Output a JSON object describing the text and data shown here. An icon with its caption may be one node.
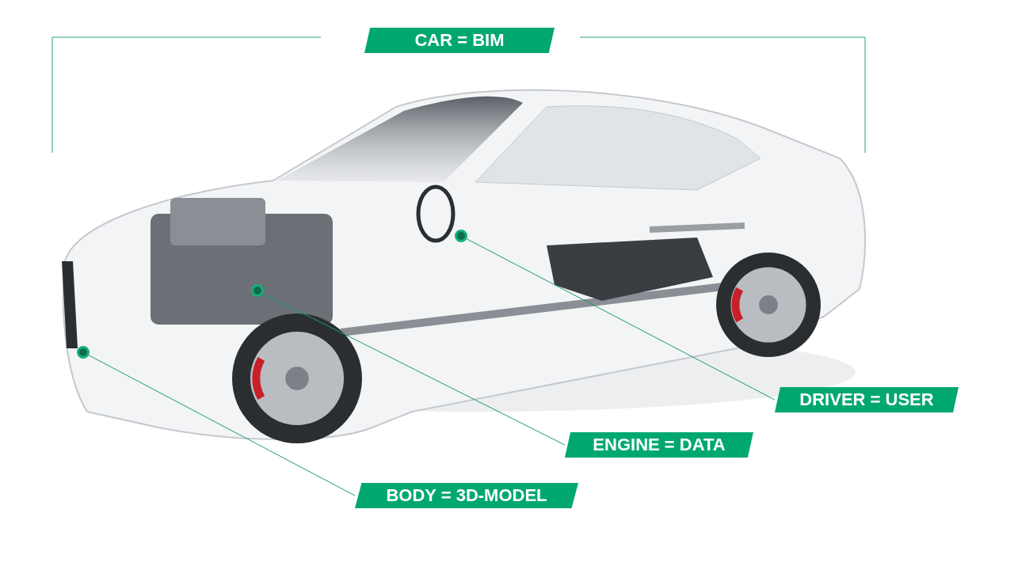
{
  "diagram": {
    "nodes": [
      {
        "text": [
          "CAR = BIM"
        ]
      },
      {
        "text": [
          "DRIVER = USER"
        ]
      },
      {
        "text": [
          "ENGINE = DATA"
        ]
      },
      {
        "text": [
          "BODY = 3D-MODEL"
        ]
      },
      {
        "text": [],
        "shape": "circle"
      },
      {
        "text": [],
        "shape": "circle"
      },
      {
        "text": [],
        "shape": "circle"
      }
    ],
    "edges": [
      {
        "from": 1,
        "to": 6,
        "arrow": "none"
      },
      {
        "from": 2,
        "to": 5,
        "arrow": "none"
      },
      {
        "from": 3,
        "to": 4,
        "arrow": "none"
      }
    ]
  }
}
